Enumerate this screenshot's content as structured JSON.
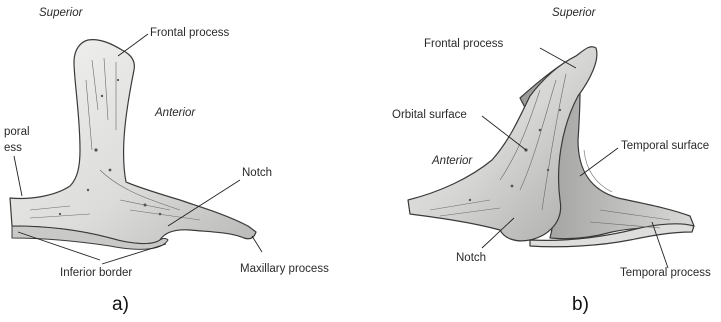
{
  "panel_a": {
    "caption": "a)",
    "labels": {
      "superior": "Superior",
      "frontal_process": "Frontal process",
      "anterior": "Anterior",
      "temporal_process_partial_1": "poral",
      "temporal_process_partial_2": "ess",
      "notch": "Notch",
      "inferior_border": "Inferior border",
      "maxillary_process": "Maxillary process"
    }
  },
  "panel_b": {
    "caption": "b)",
    "labels": {
      "superior": "Superior",
      "frontal_process": "Frontal process",
      "orbital_surface": "Orbital surface",
      "temporal_surface": "Temporal surface",
      "anterior": "Anterior",
      "notch": "Notch",
      "temporal_process": "Temporal process"
    }
  },
  "colors": {
    "bone_fill": "#e9e9e7",
    "bone_shadow": "#bdbdbb",
    "ink": "#222222"
  }
}
